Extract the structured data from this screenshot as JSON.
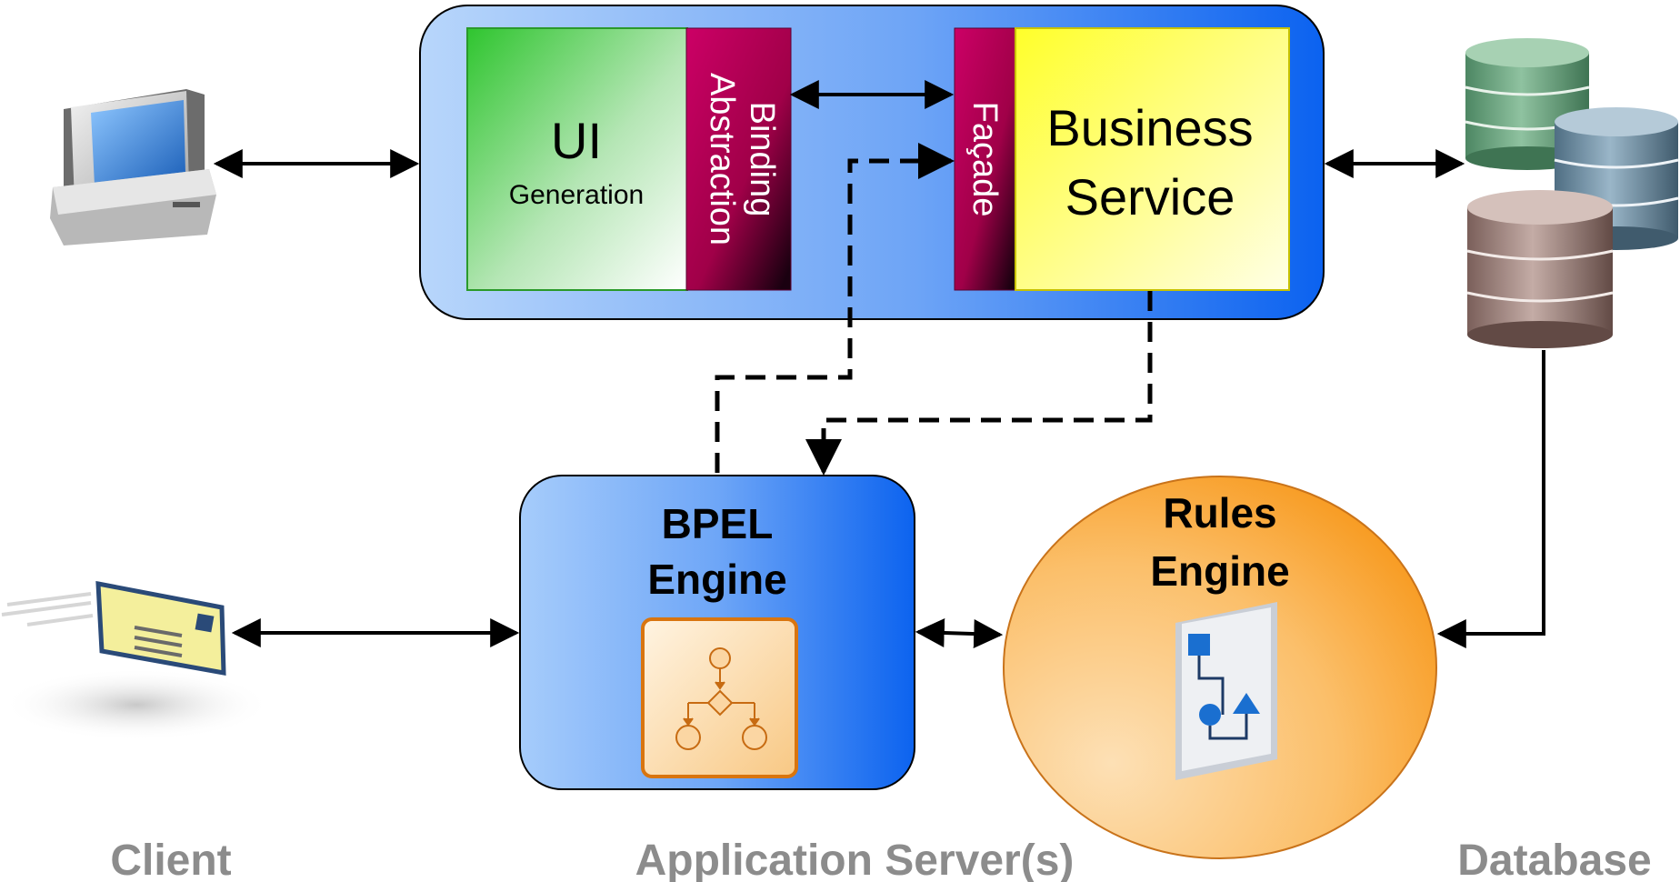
{
  "app_server": {
    "ui_generation": {
      "title": "UI",
      "subtitle": "Generation"
    },
    "binding_abstraction": {
      "line1": "Binding",
      "line2": "Abstraction"
    },
    "facade": {
      "label": "Façade"
    },
    "business_service": {
      "line1": "Business",
      "line2": "Service"
    }
  },
  "bpel_engine": {
    "line1": "BPEL",
    "line2": "Engine"
  },
  "rules_engine": {
    "line1": "Rules",
    "line2": "Engine"
  },
  "tiers": {
    "client": "Client",
    "application_servers": "Application Server(s)",
    "database": "Database"
  },
  "icons": {
    "client_computer": "desktop-computer-icon",
    "client_email": "email-envelope-icon",
    "database": "database-stack-icon",
    "workflow": "bpel-workflow-icon",
    "rules": "rules-document-icon"
  },
  "colors": {
    "server_panel_start": "#a9cdfa",
    "server_panel_end": "#0a5ff0",
    "ui_green": "#3cc93c",
    "binding_magenta": "#c0005a",
    "business_yellow": "#fffe30",
    "rules_orange": "#f79a1c",
    "tier_label_gray": "#8c8c8c"
  }
}
